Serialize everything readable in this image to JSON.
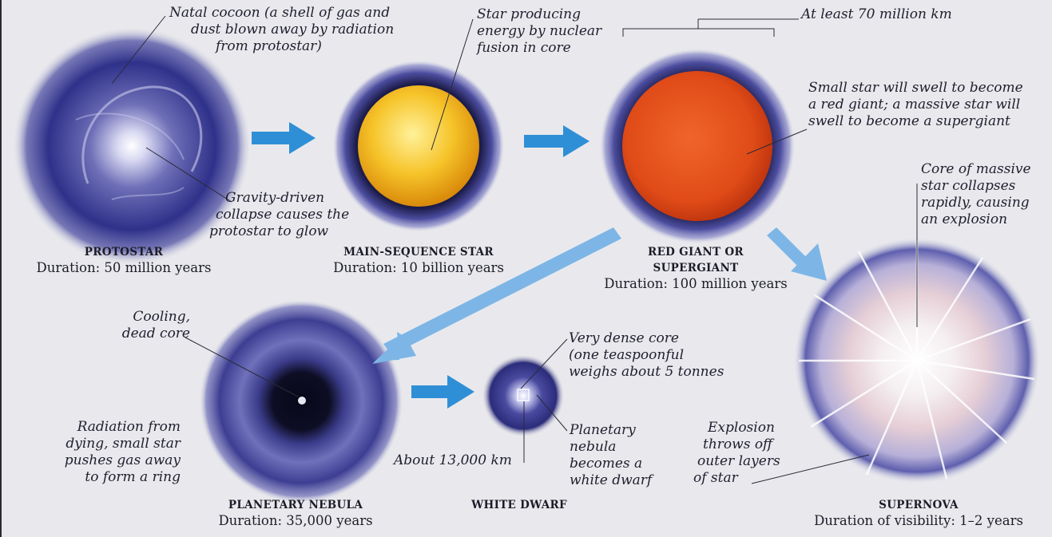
{
  "stages": {
    "protostar": {
      "name": "PROTOSTAR",
      "duration": "Duration: 50 million years"
    },
    "main_sequence": {
      "name": "MAIN-SEQUENCE STAR",
      "duration": "Duration: 10 billion years"
    },
    "red_giant": {
      "name_line1": "RED GIANT OR",
      "name_line2": "SUPERGIANT",
      "duration": "Duration: 100 million years"
    },
    "planetary_nebula": {
      "name": "PLANETARY NEBULA",
      "duration": "Duration: 35,000 years"
    },
    "white_dwarf": {
      "name": "WHITE DWARF"
    },
    "supernova": {
      "name": "SUPERNOVA",
      "duration": "Duration of visibility: 1–2 years"
    }
  },
  "annotations": {
    "natal_cocoon": [
      "Natal cocoon (a shell of gas and",
      "dust blown away by radiation",
      "from protostar)"
    ],
    "gravity_collapse": [
      "Gravity-driven",
      "collapse causes the",
      "protostar to glow"
    ],
    "nuclear_fusion": [
      "Star producing",
      "energy by nuclear",
      "fusion in core"
    ],
    "red_giant_size": [
      "At least 70 million km"
    ],
    "swell": [
      "Small star will swell to become",
      "a red giant; a massive star will",
      "swell to become a supergiant"
    ],
    "core_collapse": [
      "Core of massive",
      "star collapses",
      "rapidly, causing",
      "an explosion"
    ],
    "cooling_core": [
      "Cooling,",
      "dead core"
    ],
    "radiation_ring": [
      "Radiation from",
      "dying, small star",
      "pushes gas away",
      "to form a ring"
    ],
    "dense_core": [
      "Very dense core",
      "(one teaspoonful",
      "weighs about 5 tonnes"
    ],
    "white_dwarf_size": [
      "About 13,000 km"
    ],
    "nebula_to_dwarf": [
      "Planetary",
      "nebula",
      "becomes a",
      "white dwarf"
    ],
    "explosion": [
      "Explosion",
      "throws off",
      "outer layers",
      "of star"
    ]
  },
  "colors": {
    "background": "#e9e9ed",
    "arrow": "#2f8fd6",
    "arrow_light": "#7db6e6",
    "nebula": "#3a3a8a",
    "main_sequence": "#f2b419",
    "red_giant": "#e24a1a"
  }
}
